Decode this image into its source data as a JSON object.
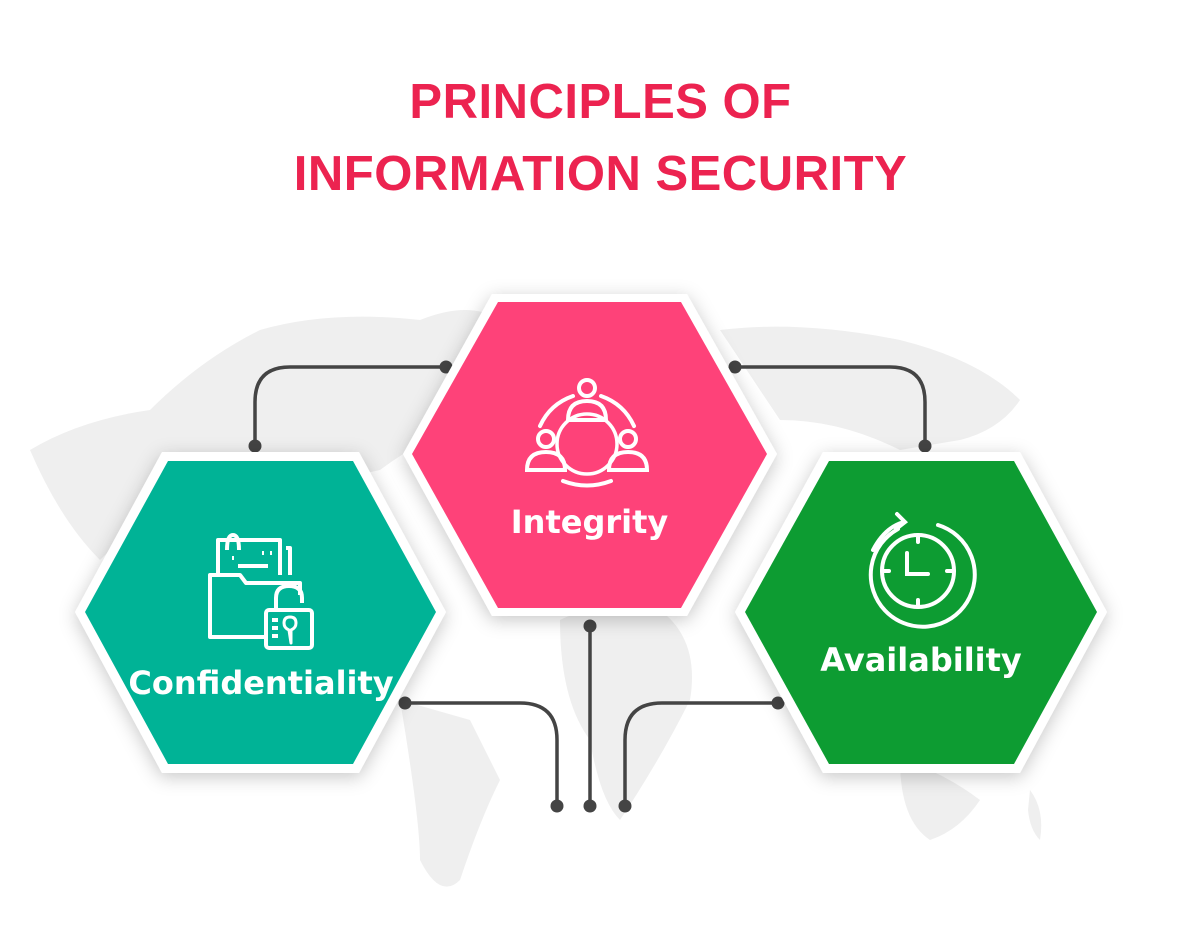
{
  "title": {
    "line1": "PRINCIPLES OF",
    "line2": "INFORMATION SECURITY",
    "color": "#ec2350"
  },
  "principles": [
    {
      "label": "Confidentiality",
      "icon": "folder-lock-icon",
      "color": "#02b396"
    },
    {
      "label": "Integrity",
      "icon": "people-circle-icon",
      "color": "#fe4279"
    },
    {
      "label": "Availability",
      "icon": "clock-refresh-icon",
      "color": "#0c9c32"
    }
  ],
  "connector_color": "#444444",
  "background": {
    "map": "world-map",
    "map_color": "#f0f0f0"
  }
}
